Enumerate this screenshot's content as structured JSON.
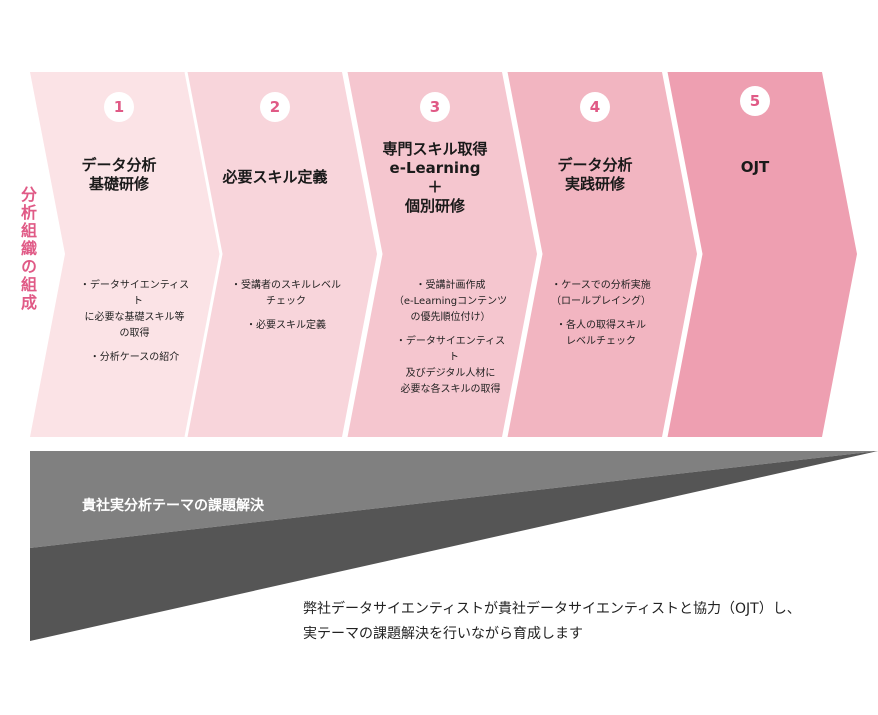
{
  "side_label": "分析組織の組成",
  "steps": [
    {
      "number": "1",
      "title_lines": [
        "データ分析",
        "基礎研修"
      ],
      "items": [
        {
          "lines": [
            "・データサイエンティスト",
            "に必要な基礎スキル等",
            "の取得"
          ]
        },
        {
          "lines": [
            "・分析ケースの紹介"
          ]
        }
      ],
      "color": "#fbe3e6"
    },
    {
      "number": "2",
      "title_lines": [
        "必要スキル定義"
      ],
      "items": [
        {
          "lines": [
            "・受講者のスキルレベル",
            "チェック"
          ]
        },
        {
          "lines": [
            "・必要スキル定義"
          ]
        }
      ],
      "color": "#f8d5db"
    },
    {
      "number": "3",
      "title_lines": [
        "専門スキル取得",
        "e-Learning",
        "＋",
        "個別研修"
      ],
      "items": [
        {
          "lines": [
            "・受講計画作成",
            "（e-Learningコンテンツ",
            "の優先順位付け）"
          ]
        },
        {
          "lines": [
            "・データサイエンティスト",
            "及びデジタル人材に",
            "必要な各スキルの取得"
          ]
        }
      ],
      "color": "#f5c6cf"
    },
    {
      "number": "4",
      "title_lines": [
        "データ分析",
        "実践研修"
      ],
      "items": [
        {
          "lines": [
            "・ケースでの分析実施",
            "（ロールプレイング）"
          ]
        },
        {
          "lines": [
            "・各人の取得スキル",
            "レベルチェック"
          ]
        }
      ],
      "color": "#f2b5c1"
    },
    {
      "number": "5",
      "title_lines": [
        "OJT"
      ],
      "items": [],
      "color": "#ee9fb1"
    }
  ],
  "triangle_label": "貴社実分析テーマの課題解決",
  "footer_lines": [
    "弊社データサイエンティストが貴社データサイエンティストと協力（OJT）し、",
    "実テーマの課題解決を行いながら育成します"
  ],
  "colors": {
    "accent": "#e05a86",
    "triangle_light": "#808080",
    "triangle_dark": "#555555"
  }
}
